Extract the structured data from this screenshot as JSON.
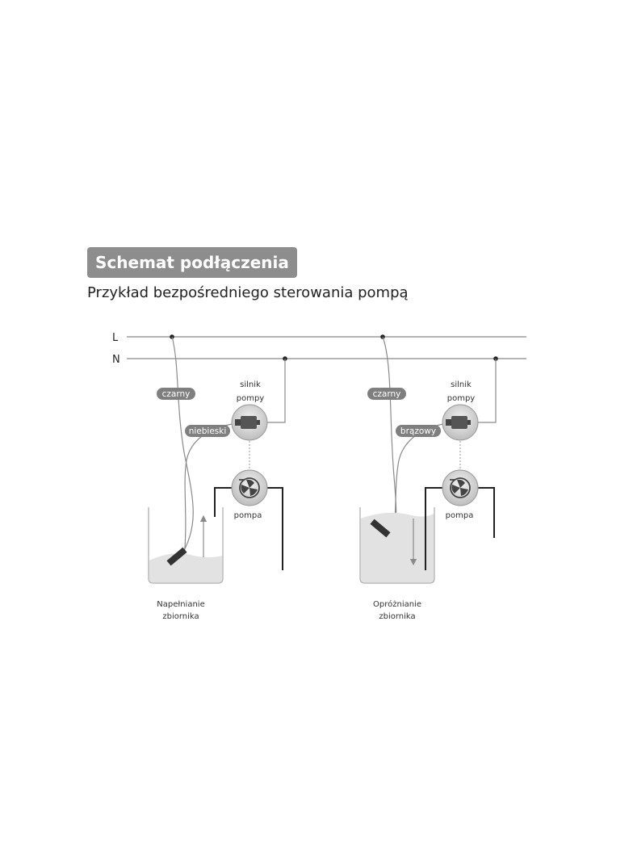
{
  "header": {
    "title": "Schemat podłączenia",
    "subtitle": "Przykład bezpośredniego sterowania pompą"
  },
  "rails": {
    "line": "L",
    "neutral": "N"
  },
  "left_circuit": {
    "wire_black": "czarny",
    "wire_blue": "niebieski",
    "motor_label_1": "silnik",
    "motor_label_2": "pompy",
    "pump_label": "pompa",
    "caption_1": "Napełnianie",
    "caption_2": "zbiornika"
  },
  "right_circuit": {
    "wire_black": "czarny",
    "wire_brown": "brązowy",
    "motor_label_1": "silnik",
    "motor_label_2": "pompy",
    "pump_label": "pompa",
    "caption_1": "Opróżnianie",
    "caption_2": "zbiornika"
  },
  "colors": {
    "heading_bg": "#8d8d8d",
    "pill_bg": "#7f7f7f",
    "water": "#e2e2e2",
    "wire": "#8a8a8a"
  },
  "icons": [
    "motor-icon",
    "pump-fan-icon",
    "float-switch-icon"
  ]
}
